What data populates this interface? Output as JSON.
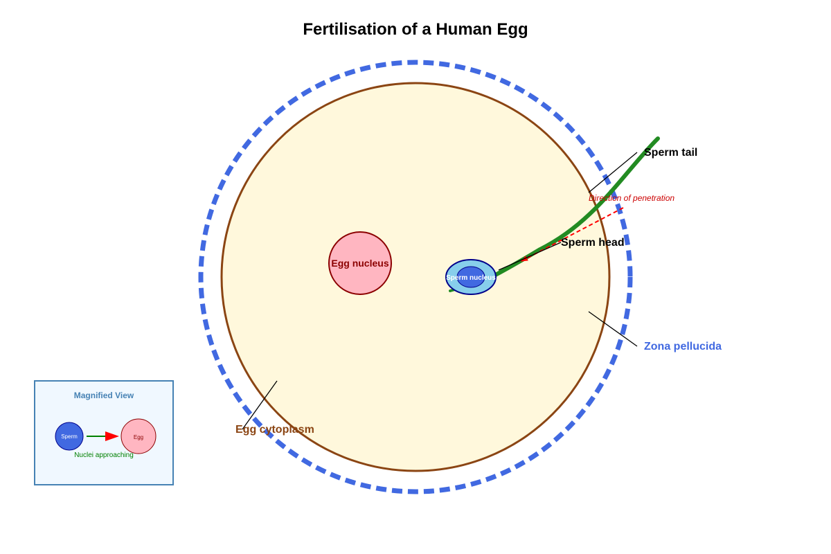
{
  "title": "Fertilisation of a Human Egg",
  "labels": {
    "sperm_tail": "Sperm tail",
    "direction": "Direction of penetration",
    "sperm_head": "Sperm head",
    "zona_pellucida": "Zona pellucida",
    "egg_cytoplasm": "Egg cytoplasm",
    "egg_nucleus": "Egg nucleus",
    "sperm_nucleus": "Sperm nucleus"
  },
  "inset": {
    "title": "Magnified View",
    "sperm": "Sperm",
    "egg": "Egg",
    "caption": "Nuclei approaching"
  },
  "colors": {
    "zona": "#4169E1",
    "cytoplasm_fill": "#FFF8DC",
    "cytoplasm_stroke": "#8B4513",
    "egg_nucleus_fill": "#FFB6C1",
    "egg_nucleus_stroke": "#8B0000",
    "sperm_tail": "#228B22",
    "sperm_head_fill": "#87CEEB",
    "sperm_head_stroke": "#00008B",
    "sperm_nucleus_fill": "#4169E1",
    "direction": "#FF0000",
    "inset_bg": "#F0F8FF",
    "inset_border": "#4682B4",
    "approach_text": "#008000"
  }
}
